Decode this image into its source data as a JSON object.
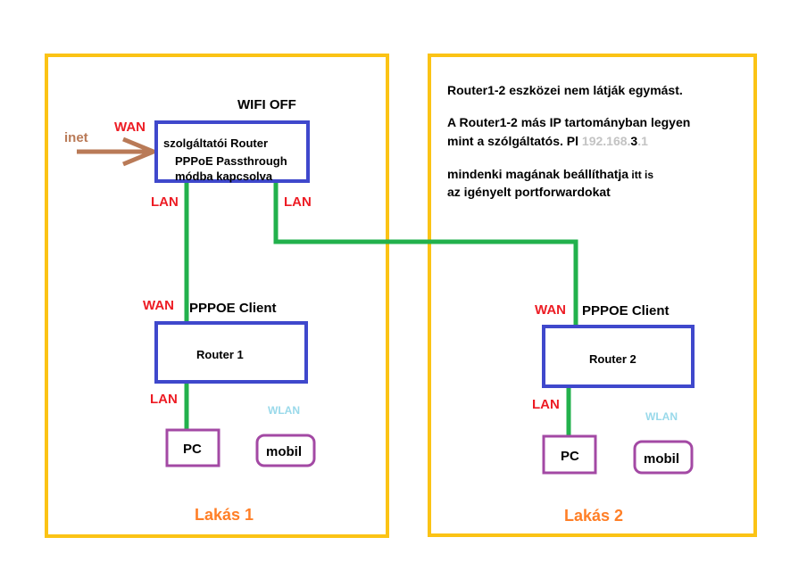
{
  "colors": {
    "frame": "#fbc315",
    "router_border": "#3f48cc",
    "device_border": "#a349a4",
    "cable": "#22b14c",
    "arrow": "#b97a57",
    "port_label": "#ed1c24",
    "wlan_label": "#99d9ea",
    "apartment_label": "#ff7f27",
    "text": "#000000",
    "ip_light": "#c3c3c3"
  },
  "left_room": {
    "label": "Lakás 1",
    "wifi_off": "WIFI OFF",
    "inet_label": "inet",
    "isp_router": {
      "wan_label": "WAN",
      "line1": "szolgáltatói Router",
      "line2": "PPPoE Passthrough",
      "line3": "módba kapcsolva",
      "lan_left_label": "LAN",
      "lan_right_label": "LAN"
    },
    "router1": {
      "wan_label": "WAN",
      "client_label": "PPPOE  Client",
      "name": "Router 1",
      "lan_label": "LAN",
      "wlan_label": "WLAN",
      "pc": "PC",
      "mobile": "mobil"
    }
  },
  "right_room": {
    "label": "Lakás 2",
    "note": {
      "line1": "Router1-2 eszközei nem látják egymást.",
      "line2": "A Router1-2 más IP tartományban legyen",
      "line3_text": "mint a szólgáltatós. Pl ",
      "ip_part1": "192.168.",
      "ip_part2": "3",
      "ip_part3": ".1",
      "line4a": "mindenki magának beállíthatja",
      "line4b": " itt is",
      "line5": "az igényelt portforwardokat"
    },
    "router2": {
      "wan_label": "WAN",
      "client_label": "PPPOE  Client",
      "name": "Router 2",
      "lan_label": "LAN",
      "wlan_label": "WLAN",
      "pc": "PC",
      "mobile": "mobil"
    }
  }
}
